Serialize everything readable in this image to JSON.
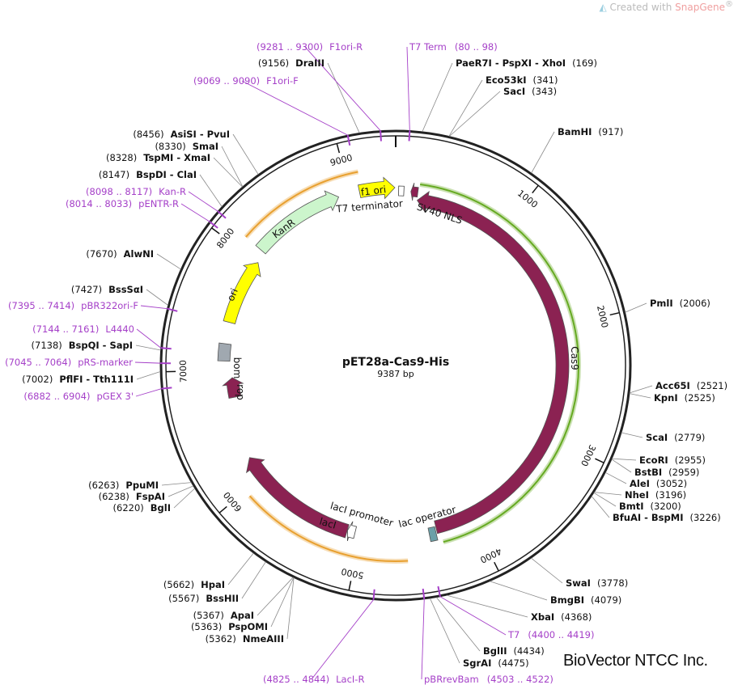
{
  "watermark": {
    "prefix": "Created with ",
    "brand": "SnapGene",
    "mark": "®"
  },
  "plasmid": {
    "name": "pET28a-Cas9-His",
    "size_label": "9387 bp",
    "length": 9387
  },
  "brand_text": "BioVector NTCC Inc.",
  "ticks": [
    {
      "pos": 1000,
      "label": "1000"
    },
    {
      "pos": 2000,
      "label": "2000"
    },
    {
      "pos": 3000,
      "label": "3000"
    },
    {
      "pos": 4000,
      "label": "4000"
    },
    {
      "pos": 5000,
      "label": "5000"
    },
    {
      "pos": 6000,
      "label": "6000"
    },
    {
      "pos": 7000,
      "label": "7000"
    },
    {
      "pos": 8000,
      "label": "8000"
    },
    {
      "pos": 9000,
      "label": "9000"
    }
  ],
  "features": [
    {
      "name": "Cas9",
      "label": "Cas9",
      "start": 193,
      "end": 4330,
      "dir": -1,
      "color": "#8b2252"
    },
    {
      "name": "SV40 NLS",
      "label": "SV40 NLS",
      "start": 130,
      "end": 190,
      "dir": -1,
      "color": "#8b2252"
    },
    {
      "name": "lac operator",
      "label": "lac operator",
      "start": 4340,
      "end": 4400,
      "dir": 0,
      "color": "#6aa0a8"
    },
    {
      "name": "lacI",
      "label": "lacI",
      "start": 5120,
      "end": 6200,
      "dir": 1,
      "color": "#8b2252"
    },
    {
      "name": "lacI promoter",
      "label": "lacI promoter",
      "start": 5050,
      "end": 5118,
      "dir": 1,
      "color": "#ffffff"
    },
    {
      "name": "rop",
      "label": "rop",
      "start": 6750,
      "end": 6930,
      "dir": 1,
      "color": "#8b2252"
    },
    {
      "name": "bom",
      "label": "bom",
      "start": 7080,
      "end": 7230,
      "dir": 0,
      "color": "#a0a8b0"
    },
    {
      "name": "ori",
      "label": "ori",
      "start": 7420,
      "end": 8000,
      "dir": 1,
      "color": "#ffff00"
    },
    {
      "name": "KanR",
      "label": "KanR",
      "start": 8100,
      "end": 8900,
      "dir": 1,
      "color": "#ccf5cc"
    },
    {
      "name": "f1 ori",
      "label": "f1 ori",
      "start": 9080,
      "end": 9380,
      "dir": 1,
      "color": "#ffff00"
    },
    {
      "name": "T7 terminator",
      "label": "T7 terminator",
      "start": 25,
      "end": 70,
      "dir": 0,
      "color": "#ffffff"
    }
  ],
  "enzymes_right": [
    {
      "name": "PaeR7I - PspXI - XhoI",
      "pos_label": "(169)"
    },
    {
      "name": "Eco53kI",
      "pos_label": "(341)"
    },
    {
      "name": "SacI",
      "pos_label": "(343)"
    },
    {
      "name": "BamHI",
      "pos_label": "(917)"
    },
    {
      "name": "PmlI",
      "pos_label": "(2006)"
    },
    {
      "name": "Acc65I",
      "pos_label": "(2521)"
    },
    {
      "name": "KpnI",
      "pos_label": "(2525)"
    },
    {
      "name": "ScaI",
      "pos_label": "(2779)"
    },
    {
      "name": "EcoRI",
      "pos_label": "(2955)"
    },
    {
      "name": "BstBI",
      "pos_label": "(2959)"
    },
    {
      "name": "AleI",
      "pos_label": "(3052)"
    },
    {
      "name": "NheI",
      "pos_label": "(3196)"
    },
    {
      "name": "BmtI",
      "pos_label": "(3200)"
    },
    {
      "name": "BfuAI - BspMI",
      "pos_label": "(3226)"
    },
    {
      "name": "SwaI",
      "pos_label": "(3778)"
    },
    {
      "name": "BmgBI",
      "pos_label": "(4079)"
    },
    {
      "name": "XbaI",
      "pos_label": "(4368)"
    },
    {
      "name": "BglII",
      "pos_label": "(4434)"
    },
    {
      "name": "SgrAI",
      "pos_label": "(4475)"
    }
  ],
  "enzymes_left": [
    {
      "name": "DraIII",
      "pos_label": "(9156)"
    },
    {
      "name": "AsiSI - PvuI",
      "pos_label": "(8456)"
    },
    {
      "name": "SmaI",
      "pos_label": "(8330)"
    },
    {
      "name": "TspMI - XmaI",
      "pos_label": "(8328)"
    },
    {
      "name": "BspDI - ClaI",
      "pos_label": "(8147)"
    },
    {
      "name": "AlwNI",
      "pos_label": "(7670)"
    },
    {
      "name": "BssSαI",
      "pos_label": "(7427)"
    },
    {
      "name": "BspQI - SapI",
      "pos_label": "(7138)"
    },
    {
      "name": "PflFI - Tth111I",
      "pos_label": "(7002)"
    },
    {
      "name": "PpuMI",
      "pos_label": "(6263)"
    },
    {
      "name": "FspAI",
      "pos_label": "(6238)"
    },
    {
      "name": "BglI",
      "pos_label": "(6220)"
    },
    {
      "name": "HpaI",
      "pos_label": "(5662)"
    },
    {
      "name": "BssHII",
      "pos_label": "(5567)"
    },
    {
      "name": "ApaI",
      "pos_label": "(5367)"
    },
    {
      "name": "PspOMI",
      "pos_label": "(5363)"
    },
    {
      "name": "NmeAIII",
      "pos_label": "(5362)"
    }
  ],
  "primers": [
    {
      "name": "F1ori-R",
      "range": "(9281 .. 9300)"
    },
    {
      "name": "T7 Term",
      "range": "(80 .. 98)"
    },
    {
      "name": "F1ori-F",
      "range": "(9069 .. 9090)"
    },
    {
      "name": "Kan-R",
      "range": "(8098 .. 8117)"
    },
    {
      "name": "pENTR-R",
      "range": "(8014 .. 8033)"
    },
    {
      "name": "pBR322ori-F",
      "range": "(7395 .. 7414)"
    },
    {
      "name": "L4440",
      "range": "(7144 .. 7161)"
    },
    {
      "name": "pRS-marker",
      "range": "(7045 .. 7064)"
    },
    {
      "name": "pGEX 3'",
      "range": "(6882 .. 6904)"
    },
    {
      "name": "T7",
      "range": "(4400 .. 4419)"
    },
    {
      "name": "pBRrevBam",
      "range": "(4503 .. 4522)"
    },
    {
      "name": "LacI-R",
      "range": "(4825 .. 4844)"
    }
  ],
  "colors": {
    "backbone": "#222222",
    "primer": "#a540c8",
    "cas9": "#8b2252",
    "orange_primer": "#e8a030",
    "green_primer": "#66aa22"
  }
}
